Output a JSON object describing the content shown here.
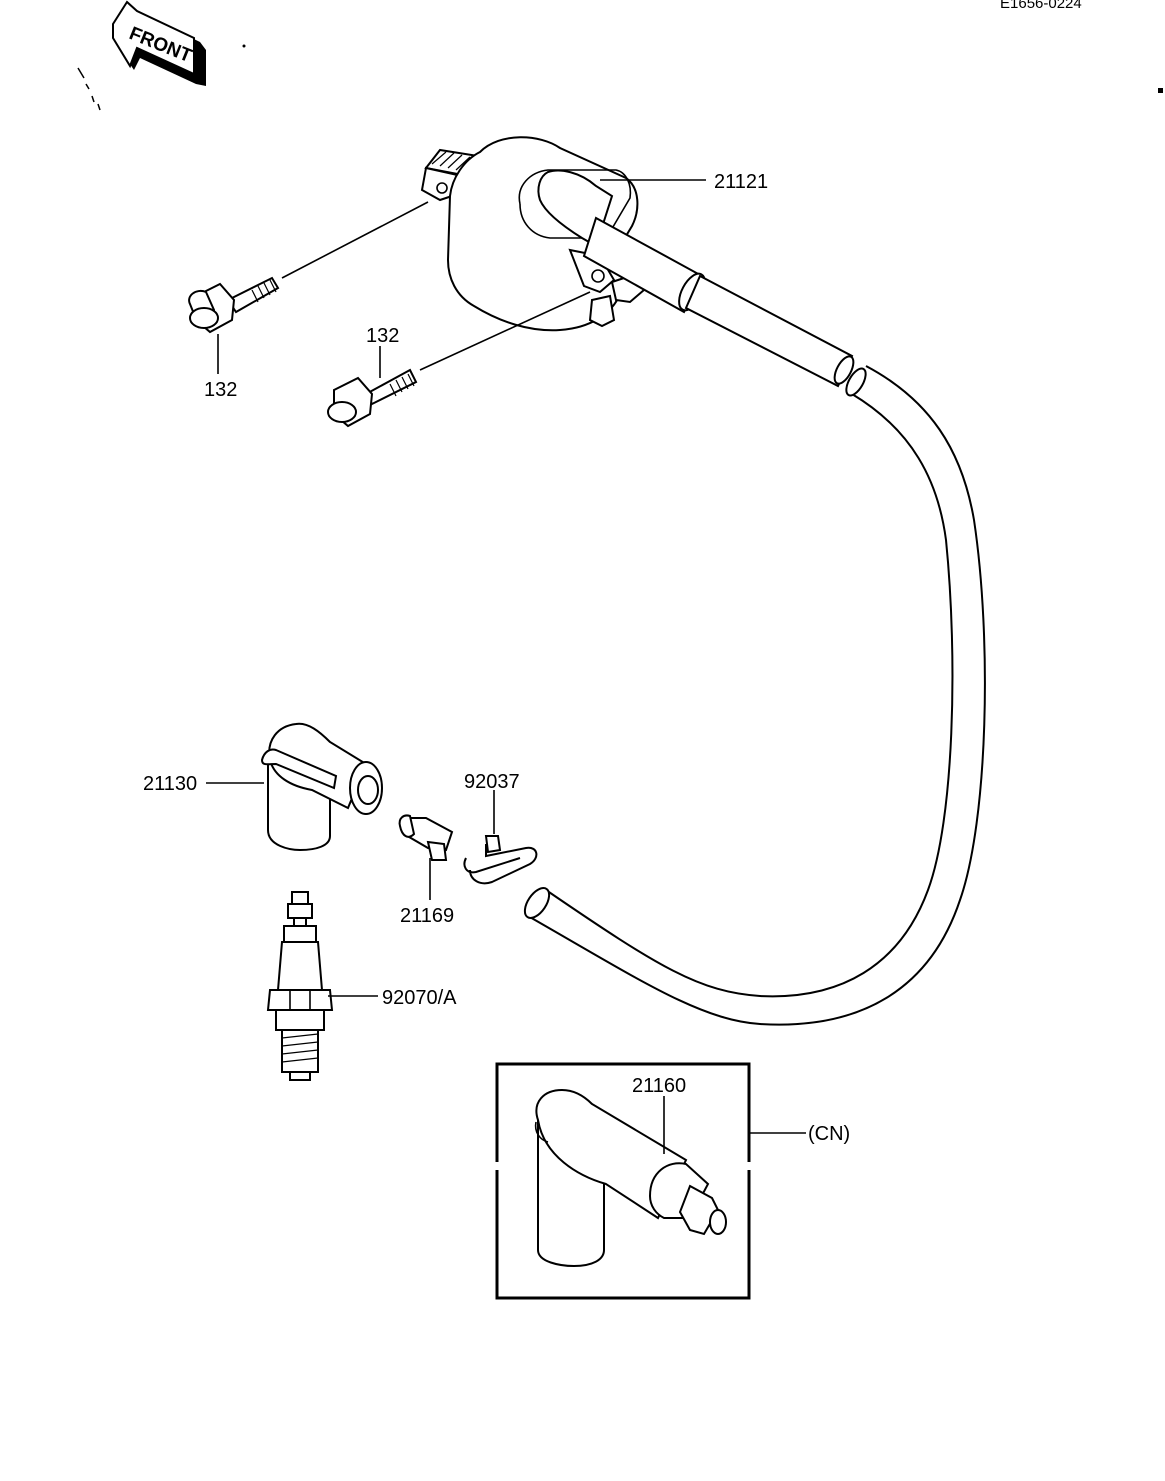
{
  "diagram": {
    "reference_code": "E1656-0224",
    "front_label": "FRONT",
    "parts": {
      "ignition_coil": "21121",
      "bolt_upper": "132",
      "bolt_lower": "132",
      "plug_cap": "21130",
      "plug_cap_cn": "21160",
      "spark_plug": "92070/A",
      "clip": "21169",
      "band": "92037"
    },
    "variant_label": "(CN)"
  }
}
